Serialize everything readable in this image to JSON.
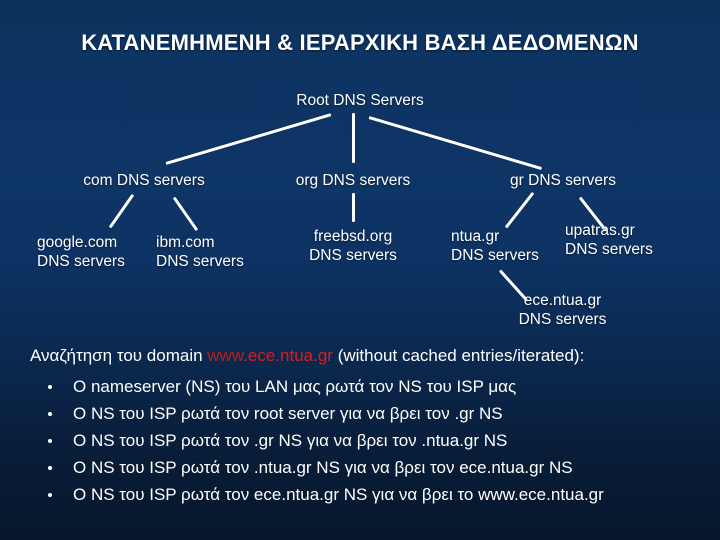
{
  "slide": {
    "title": "ΚΑΤΑΝΕΜΗΜΕΝΗ & ΙΕΡΑΡΧΙΚΗ ΒΑΣΗ ΔΕΔΟΜΕΝΩΝ",
    "background_top": "#0c3059",
    "background_mid": "#0e3567",
    "background_bottom": "#06162c",
    "text_color": "#ffffff",
    "accent_red": "#e01b1b"
  },
  "tree": {
    "root": {
      "label": "Root DNS Servers"
    },
    "level1": [
      {
        "label": "com DNS servers"
      },
      {
        "label": "org DNS servers"
      },
      {
        "label": "gr DNS servers"
      }
    ],
    "level2": [
      {
        "line1": "google.com",
        "line2": "DNS servers"
      },
      {
        "line1": "ibm.com",
        "line2": "DNS servers"
      },
      {
        "line1": "freebsd.org",
        "line2": "DNS servers"
      },
      {
        "line1": "ntua.gr",
        "line2": "DNS servers"
      },
      {
        "line1": "upatras.gr",
        "line2": "DNS servers"
      }
    ],
    "level3": [
      {
        "line1": "ece.ntua.gr",
        "line2": "DNS servers"
      }
    ]
  },
  "body": {
    "lead_prefix": "Αναζήτηση του domain ",
    "lead_domain_a": "www",
    "lead_domain_b": ".ece.ntua.gr",
    "lead_suffix": " (without cached entries/iterated):",
    "bullets": [
      "Ο nameserver (NS) του LAN μας ρωτά τον NS του ISP μας",
      "Ο NS του ISP ρωτά τον root server για να βρει τον .gr NS",
      "Ο NS του ISP ρωτά τον .gr NS για να βρει τον .ntua.gr NS",
      "Ο NS του ISP ρωτά τον .ntua.gr NS για να βρει τον ece.ntua.gr NS",
      "Ο NS του ISP ρωτά τον ece.ntua.gr NS για να βρει το www.ece.ntua.gr"
    ]
  }
}
